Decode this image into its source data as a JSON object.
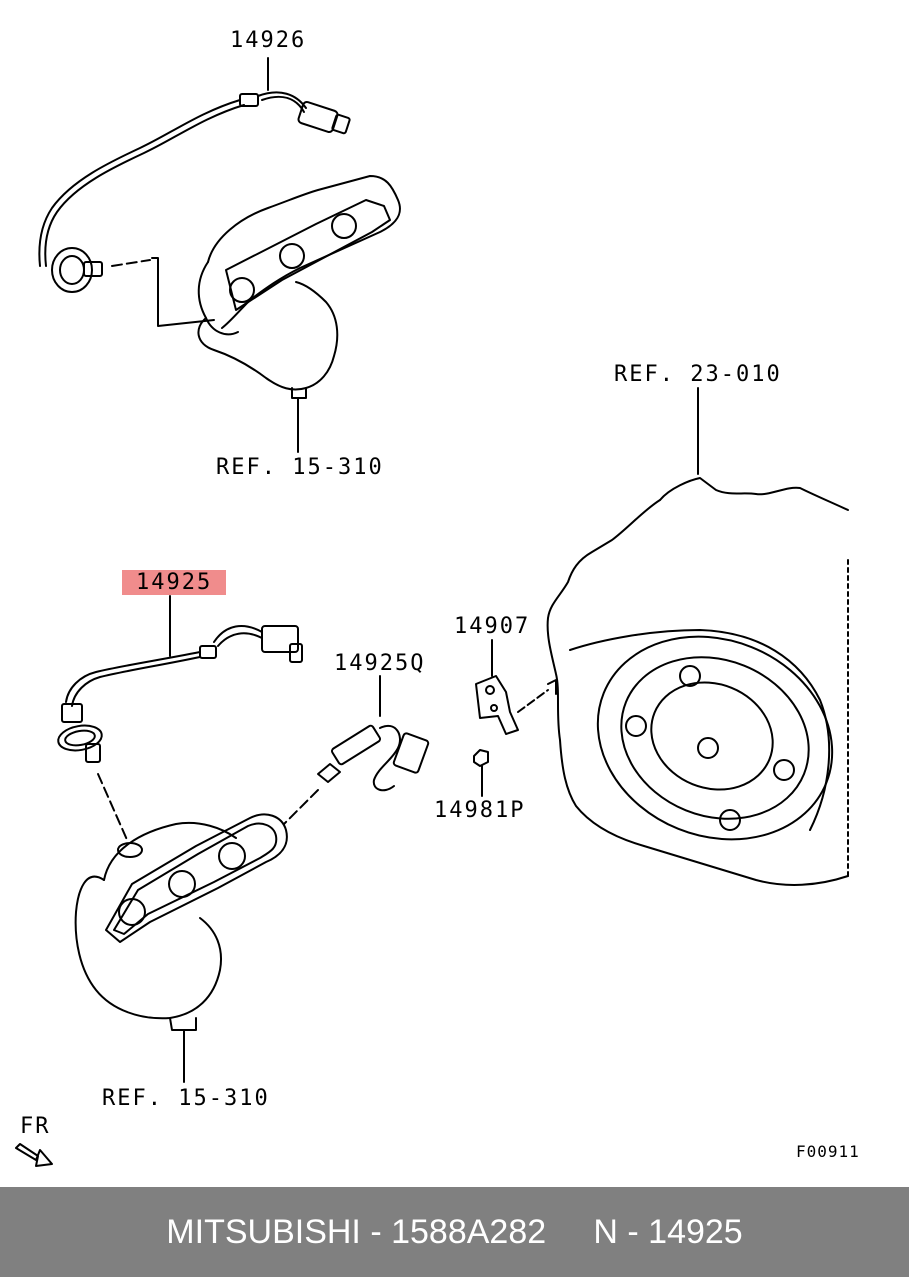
{
  "labels": {
    "part_14926": "14926",
    "ref_15_310_top": "REF. 15-310",
    "ref_23_010": "REF. 23-010",
    "part_14925": "14925",
    "part_14907": "14907",
    "part_14925q": "14925Q",
    "part_14981p": "14981P",
    "ref_15_310_bottom": "REF. 15-310",
    "fr": "FR",
    "figure_code": "F00911"
  },
  "highlight_color": "#f08c8c",
  "footer": {
    "brand": "MITSUBISHI",
    "separator1": " - ",
    "part_number": "1588A282",
    "gap": "     ",
    "prefix": "N",
    "separator2": " - ",
    "code": "14925"
  }
}
